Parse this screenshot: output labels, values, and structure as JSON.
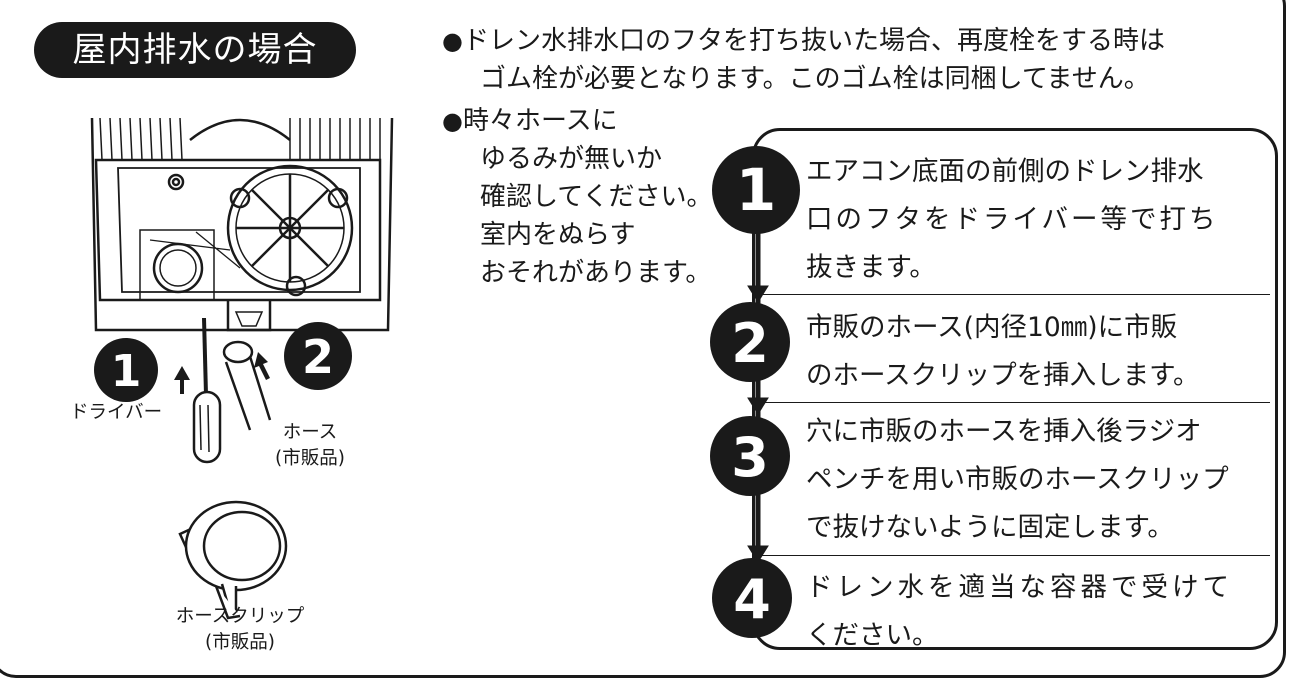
{
  "heading": "屋内排水の場合",
  "notes": {
    "note1": {
      "bullet": "●",
      "line1": "ドレン水排水口のフタを打ち抜いた場合、再度栓をする時は",
      "line2": "ゴム栓が必要となります。このゴム栓は同梱してません。"
    },
    "note2": {
      "bullet": "●",
      "lines": [
        "時々ホースに",
        "ゆるみが無いか",
        "確認してください。",
        "室内をぬらす",
        "おそれがあります。"
      ]
    }
  },
  "steps": [
    {
      "number": "1",
      "lines": [
        "エアコン底面の前側のドレン排水",
        "口のフタをドライバー等で打ち",
        "抜きます。"
      ]
    },
    {
      "number": "2",
      "lines": [
        "市販のホース(内径10㎜)に市販",
        "のホースクリップを挿入します。"
      ]
    },
    {
      "number": "3",
      "lines": [
        "穴に市販のホースを挿入後ラジオ",
        "ペンチを用い市販のホースクリップ",
        "で抜けないように固定します。"
      ]
    },
    {
      "number": "4",
      "lines": [
        "ドレン水を適当な容器で受けて",
        "ください。"
      ]
    }
  ],
  "illustration": {
    "badge1": "1",
    "badge2": "2",
    "screwdriver_label": "ドライバー",
    "hose_label_line1": "ホース",
    "hose_label_line2": "(市販品)",
    "clip_label_line1": "ホースクリップ",
    "clip_label_line2": "(市販品)"
  },
  "colors": {
    "ink": "#1a1a1a",
    "paper": "#ffffff"
  }
}
